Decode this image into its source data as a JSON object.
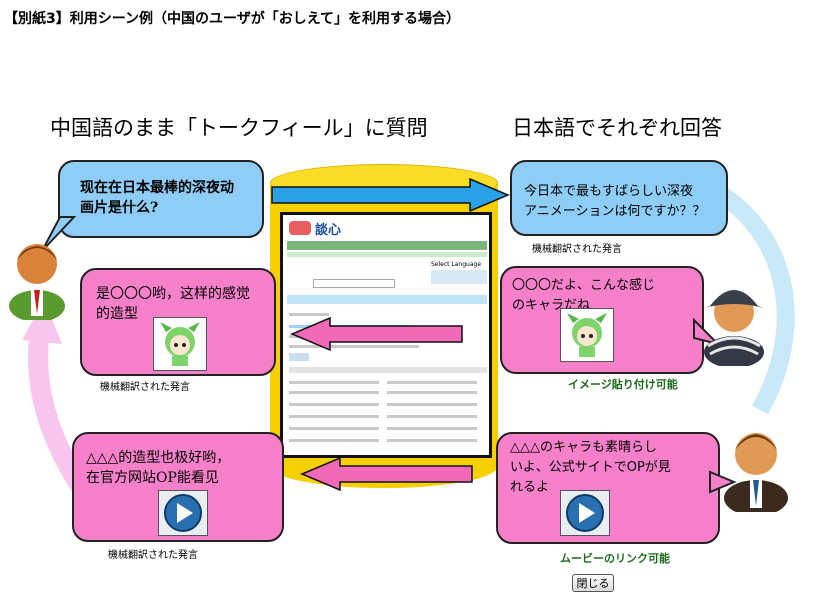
{
  "header": {
    "title": "【別紙3】利用シーン例（中国のユーザが「おしえて」を利用する場合）"
  },
  "headings": {
    "left": "中国語のまま「トークフィール」に質問",
    "right": "日本語でそれぞれ回答"
  },
  "bubbles": {
    "question_cn": "现在在日本最棒的深夜动\n画片是什么?",
    "question_jp": "今日本で最もすばらしい深夜\nアニメーションは何ですか？？",
    "answer1_cn": "是〇〇〇哟，这样的感觉\n的造型",
    "answer1_jp": "〇〇〇だよ、こんな感じ\nのキャラだね",
    "answer2_cn": "△△△的造型也极好哟，\n在官方网站OP能看见",
    "answer2_jp": "△△△のキャラも素晴らし\nいよ、公式サイトでOPが見\nれるよ"
  },
  "captions": {
    "mt_question": "機械翻訳された発言",
    "mt_answer1": "機械翻訳された発言",
    "mt_answer2": "機械翻訳された発言",
    "image_paste": "イメージ貼り付け可能",
    "movie_link": "ムービーのリンク可能"
  },
  "screen": {
    "site_name": "談心",
    "language_label": "Select Language"
  },
  "buttons": {
    "close": "閉じる"
  },
  "colors": {
    "blue_bubble": "#8ecdf6",
    "pink_bubble": "#f680c9",
    "cylinder": "#f6cf00",
    "arrow_blue": "#2aa0e6",
    "arrow_pink": "#f06ab8",
    "curve_pink": "#f7c5ee",
    "curve_blue": "#c9e9f8"
  },
  "icons": [
    "chinese-user-avatar",
    "japanese-user-avatar-hat",
    "japanese-user-avatar-tie",
    "anime-character-icon",
    "play-button-icon",
    "right-arrow-icon",
    "left-arrow-icon"
  ]
}
